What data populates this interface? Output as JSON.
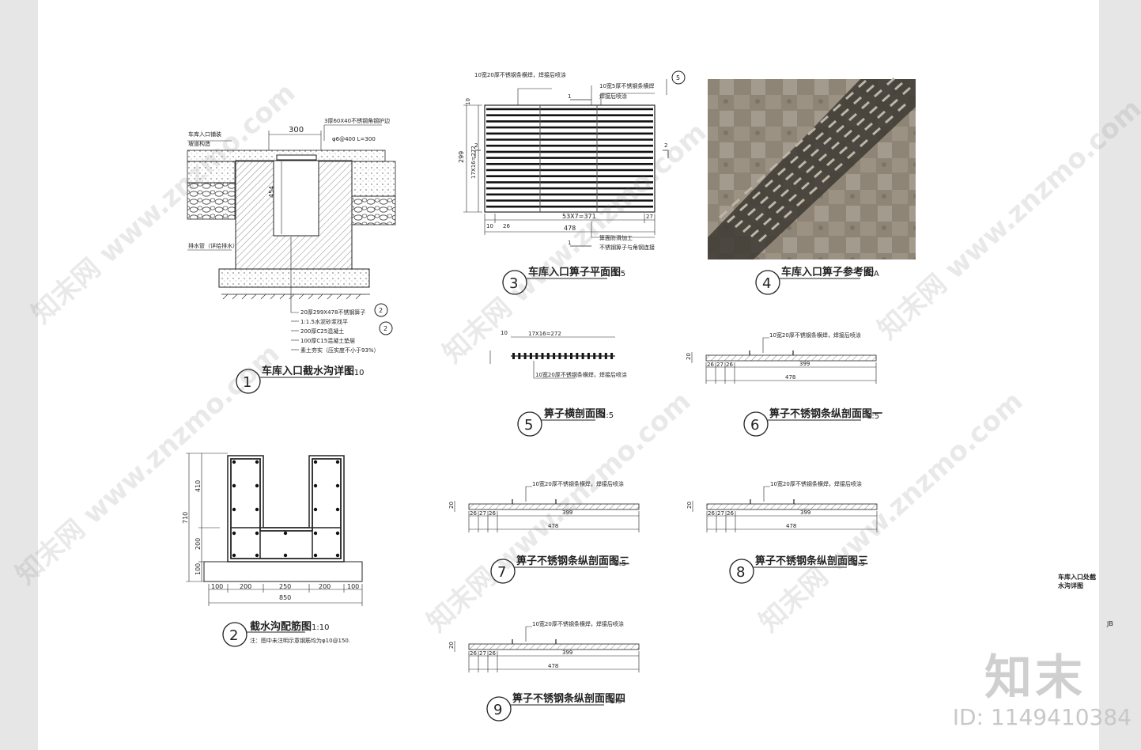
{
  "sheet": {
    "drawing_title": "车库入口处截水沟详图",
    "drawing_no": "JB",
    "watermark": "知末网 www.znzmo.com",
    "logo_text": "知末",
    "doc_id": "ID: 1149410384"
  },
  "detail1": {
    "title": "车库入口截水沟详图",
    "num": "1",
    "scale": "1:10",
    "dim_300": "300",
    "dim_454": "454",
    "labels": [
      "3厚60X40不锈钢角钢护边",
      "φ6@400  L=300",
      "车库入口铺装",
      "坡道构造",
      "排水管（详给排水）",
      "20厚299X478不锈钢箅子",
      "1:1.5水泥砂浆找平",
      "200厚C25混凝土",
      "100厚C15混凝土垫层",
      "素土夯实（压实度不小于93%）"
    ],
    "callout_a": "2",
    "callout_b": "2"
  },
  "detail2": {
    "title": "截水沟配筋图",
    "num": "2",
    "scale": "1:10",
    "note": "注：图中未注明示意钢筋均为φ10@150.",
    "dims_h": [
      "100",
      "200",
      "250",
      "200",
      "100"
    ],
    "dim_total": "850",
    "dims_v": [
      "410",
      "200",
      "100"
    ],
    "dim_v_total": "710"
  },
  "detail3": {
    "title": "车库入口箅子平面图",
    "num": "3",
    "scale": "1:5",
    "labels_top": [
      "10宽20厚不锈钢条横焊，焊接后喷涂",
      "10宽5厚不锈钢条横焊",
      "焊接后喷涂"
    ],
    "labels_bottom": [
      "箅面防滑加工",
      "不锈钢箅子与角钢连接"
    ],
    "dim_299": "299",
    "dim_272": "17X16=272",
    "dim_371": "53X7=371",
    "dim_478": "478",
    "dim_10": "10",
    "dim_26": "26",
    "dim_27": "27",
    "section_1": "1",
    "section_2": "2",
    "callout": "5"
  },
  "detail4": {
    "title": "车库入口箅子参考图",
    "num": "4",
    "scale": "N/A"
  },
  "detail5": {
    "title": "箅子横剖面图",
    "num": "5",
    "scale": "1:5",
    "dim_272": "17X16=272",
    "label": "10宽20厚不锈钢条横焊，焊接后喷涂"
  },
  "detail6": {
    "title": "箅子不锈钢条纵剖面图一",
    "num": "6",
    "scale": "1:5"
  },
  "detail7": {
    "title": "箅子不锈钢条纵剖面图二",
    "num": "7",
    "scale": "1:5"
  },
  "detail8": {
    "title": "箅子不锈钢条纵剖面图三",
    "num": "8",
    "scale": "1:5"
  },
  "detail9": {
    "title": "箅子不锈钢条纵剖面图四",
    "num": "9",
    "scale": "1:5"
  },
  "profile": {
    "label": "10宽20厚不锈钢条横焊，焊接后喷涂",
    "dims_small": [
      "26",
      "27",
      "26"
    ],
    "dim_399": "399",
    "dim_478": "478",
    "dim_20": "20"
  }
}
